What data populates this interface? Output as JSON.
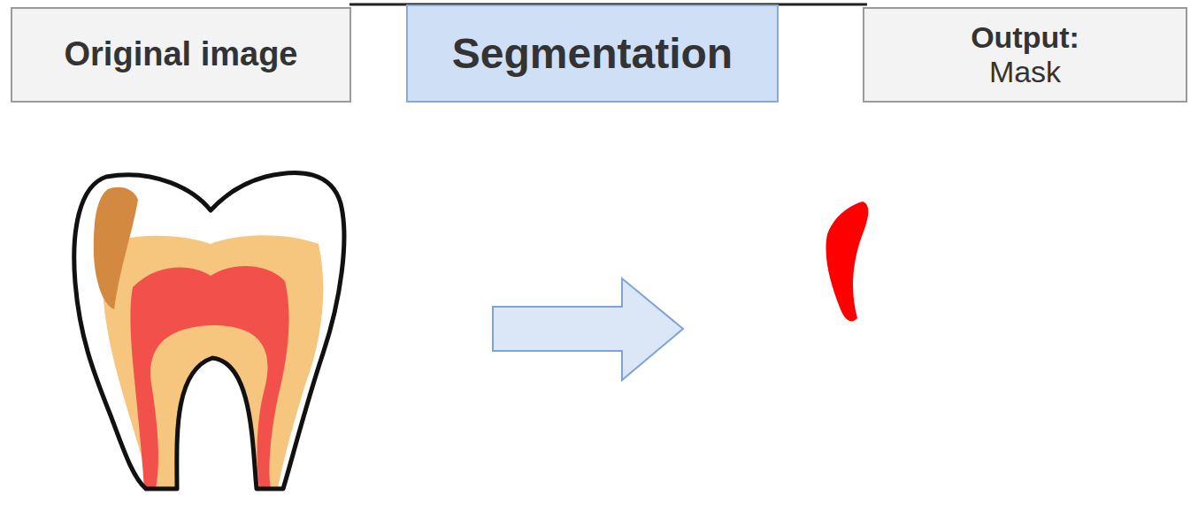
{
  "diagram": {
    "nodes": [
      {
        "text": [
          "Original image"
        ]
      },
      {
        "text": [
          "Segmentation"
        ]
      },
      {
        "text": [
          "Output:",
          "Mask"
        ]
      }
    ]
  }
}
